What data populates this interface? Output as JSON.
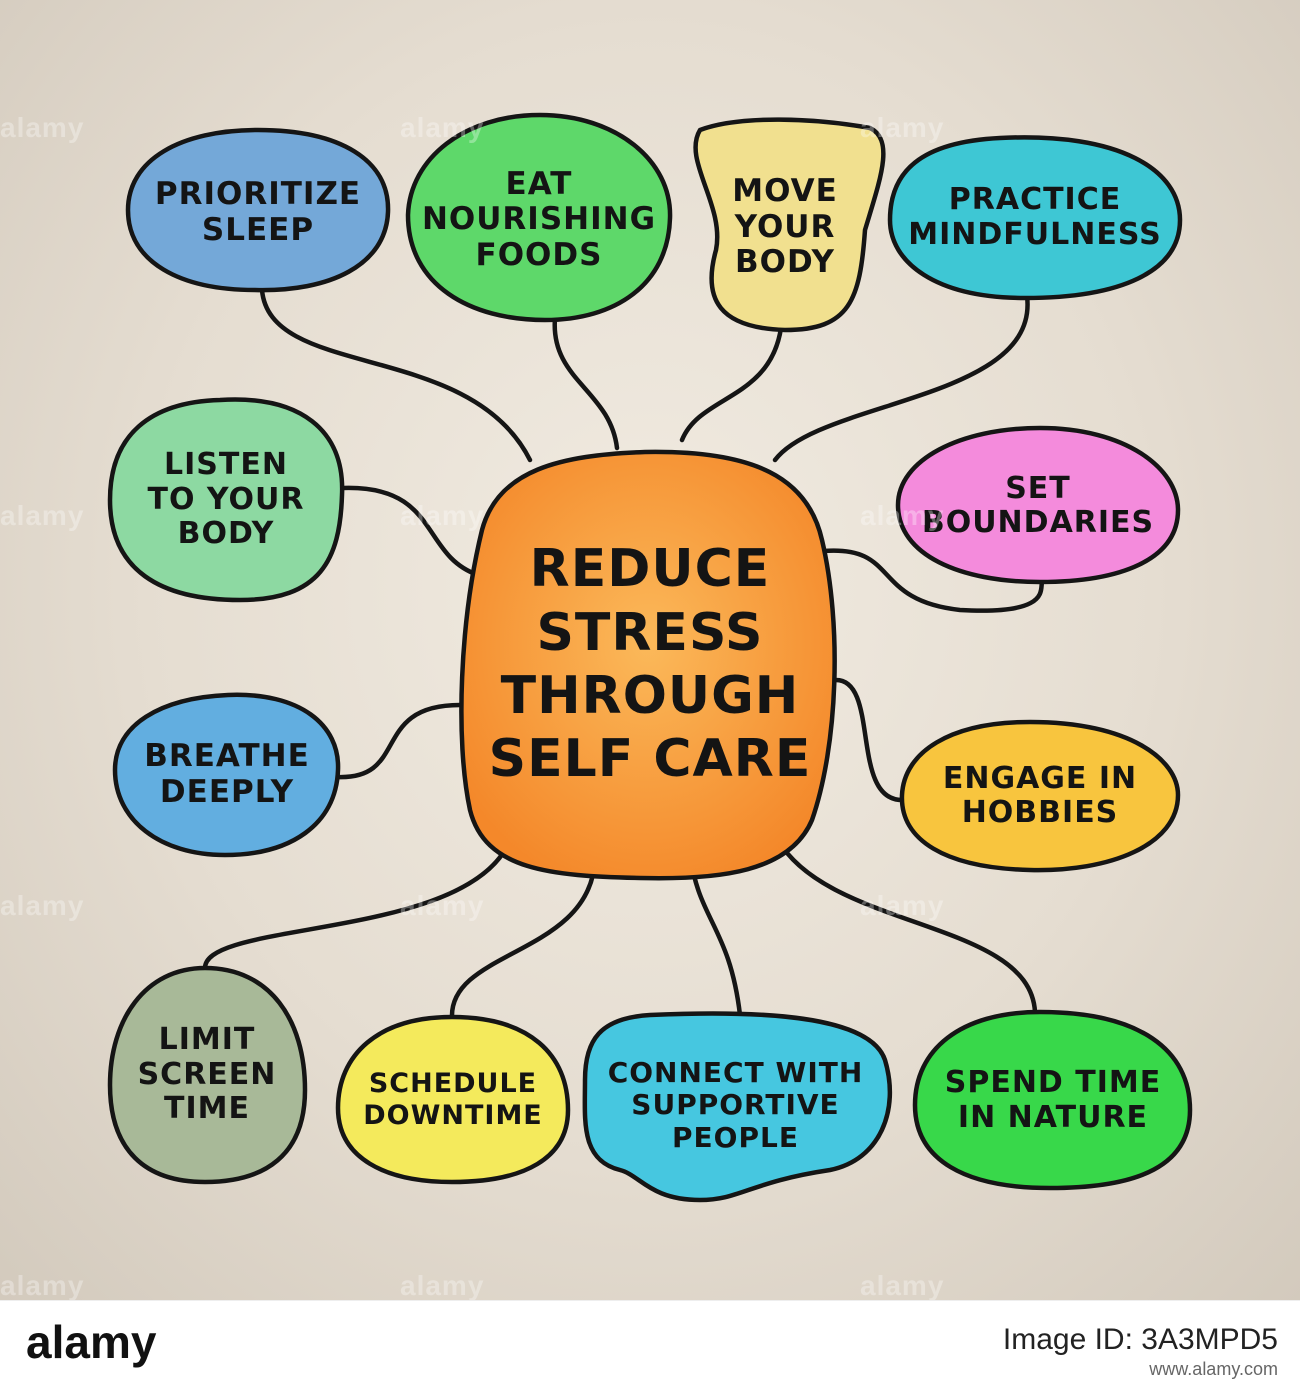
{
  "diagram": {
    "center": "REDUCE\nSTRESS\nTHROUGH\nSELF CARE",
    "nodes": [
      {
        "key": "prioritize_sleep",
        "label": "PRIORITIZE\nSLEEP",
        "color": "#74a8d8"
      },
      {
        "key": "eat_nourishing_foods",
        "label": "EAT\nNOURISHING\nFOODS",
        "color": "#5ed86a"
      },
      {
        "key": "move_your_body",
        "label": "MOVE\nYOUR\nBODY",
        "color": "#f1e08f"
      },
      {
        "key": "practice_mindfulness",
        "label": "PRACTICE\nMINDFULNESS",
        "color": "#3ec7d4"
      },
      {
        "key": "listen_to_your_body",
        "label": "LISTEN\nTO YOUR\nBODY",
        "color": "#8dd9a2"
      },
      {
        "key": "set_boundaries",
        "label": "SET\nBOUNDARIES",
        "color": "#f48bdc"
      },
      {
        "key": "breathe_deeply",
        "label": "BREATHE\nDEEPLY",
        "color": "#62aee0"
      },
      {
        "key": "engage_in_hobbies",
        "label": "ENGAGE IN\nHOBBIES",
        "color": "#f8c53e"
      },
      {
        "key": "limit_screen_time",
        "label": "LIMIT\nSCREEN\nTIME",
        "color": "#a8b998"
      },
      {
        "key": "schedule_downtime",
        "label": "SCHEDULE\nDOWNTIME",
        "color": "#f4ea5c"
      },
      {
        "key": "connect_with_supportive_people",
        "label": "CONNECT WITH\nSUPPORTIVE\nPEOPLE",
        "color": "#46c7e0"
      },
      {
        "key": "spend_time_in_nature",
        "label": "SPEND TIME\nIN NATURE",
        "color": "#38d84a"
      }
    ]
  },
  "colors": {
    "center_fill": "#f79d2b",
    "outline": "#151515"
  },
  "watermark": {
    "text": "alamy"
  },
  "stock_bar": {
    "logo": "alamy",
    "image_id": "Image ID: 3A3MPD5",
    "url": "www.alamy.com"
  }
}
